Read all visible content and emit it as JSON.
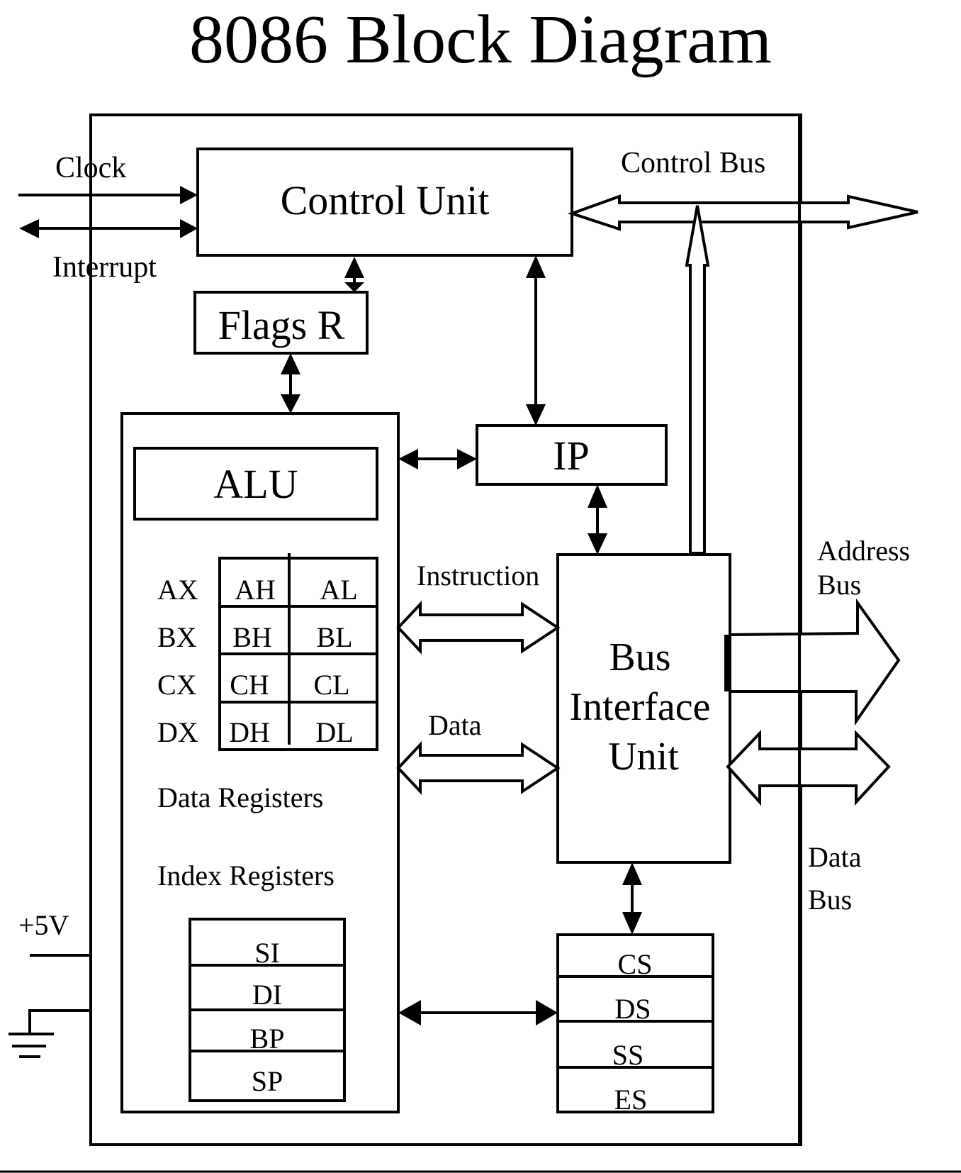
{
  "title": "8086 Block Diagram",
  "blocks": {
    "control_unit": "Control Unit",
    "flags": "Flags R",
    "alu": "ALU",
    "ip": "IP",
    "biu_line1": "Bus",
    "biu_line2": "Interface",
    "biu_line3": "Unit"
  },
  "signals": {
    "clock": "Clock",
    "interrupt": "Interrupt",
    "control_bus": "Control Bus",
    "instruction": "Instruction",
    "data": "Data",
    "address_bus_line1": "Address",
    "address_bus_line2": "Bus",
    "data_bus_line1": "Data",
    "data_bus_line2": "Bus",
    "power": "+5V"
  },
  "data_registers": {
    "label": "Data Registers",
    "rows": [
      {
        "name": "AX",
        "high": "AH",
        "low": "AL"
      },
      {
        "name": "BX",
        "high": "BH",
        "low": "BL"
      },
      {
        "name": "CX",
        "high": "CH",
        "low": "CL"
      },
      {
        "name": "DX",
        "high": "DH",
        "low": "DL"
      }
    ]
  },
  "index_registers": {
    "label": "Index Registers",
    "items": [
      "SI",
      "DI",
      "BP",
      "SP"
    ]
  },
  "segment_registers": {
    "items": [
      "CS",
      "DS",
      "SS",
      "ES"
    ]
  },
  "colors": {
    "ink": "#000000",
    "paper": "#ffffff"
  }
}
